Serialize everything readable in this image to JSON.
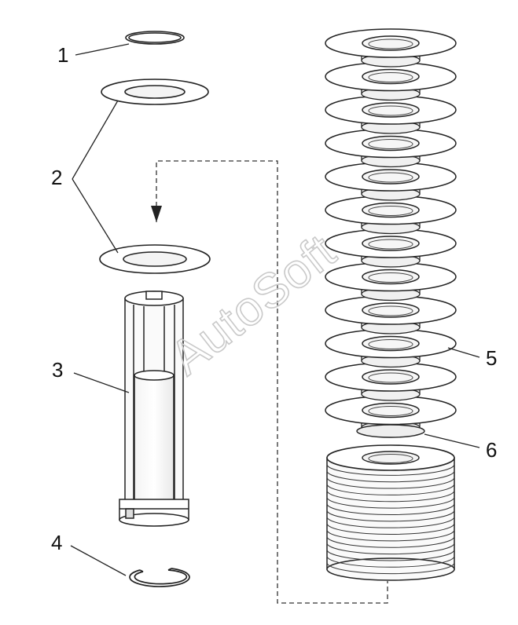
{
  "callouts": [
    "1",
    "2",
    "3",
    "4",
    "5",
    "6"
  ],
  "watermark": "AutoSoft",
  "stack_disc_count": 12,
  "compressed_layer_count": 16
}
